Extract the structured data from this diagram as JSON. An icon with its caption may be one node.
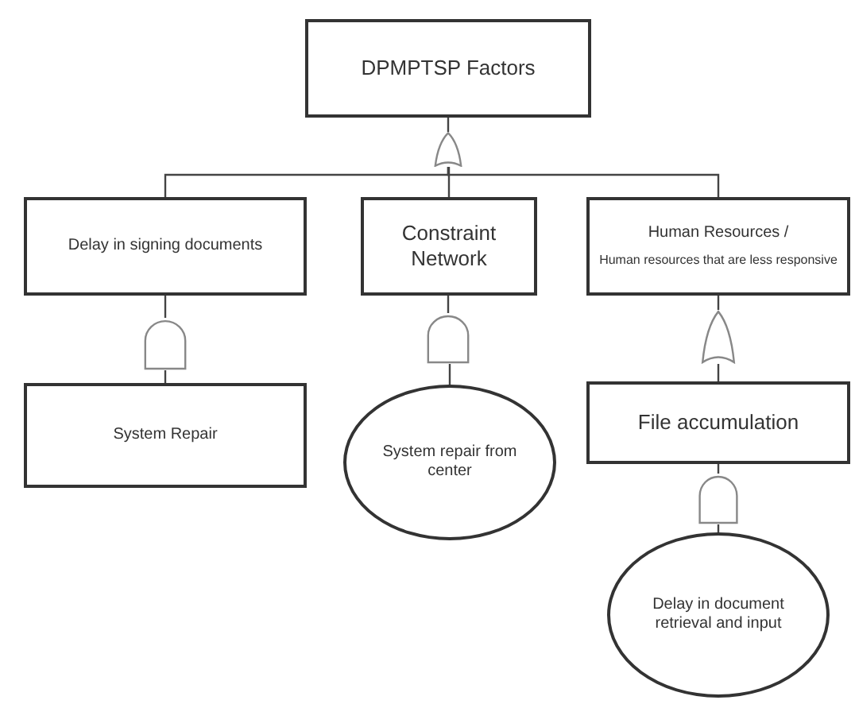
{
  "diagram": {
    "nodes": [
      {
        "text": [
          "DPMPTSP Factors"
        ]
      },
      {
        "text": [],
        "shape": "or-gate"
      },
      {
        "text": [
          "Delay in signing documents"
        ]
      },
      {
        "text": [
          "Constraint Network"
        ]
      },
      {
        "text": [
          "Human Resources /",
          "Human resources that are less responsive"
        ]
      },
      {
        "text": [],
        "shape": "and-gate"
      },
      {
        "text": [],
        "shape": "and-gate"
      },
      {
        "text": [],
        "shape": "or-gate"
      },
      {
        "text": [
          "System Repair"
        ]
      },
      {
        "text": [
          "System repair from center"
        ]
      },
      {
        "text": [
          "File accumulation"
        ]
      },
      {
        "text": [],
        "shape": "and-gate"
      },
      {
        "text": [
          "Delay in document retrieval and input"
        ]
      }
    ],
    "edges": [
      {
        "from": 2,
        "to": 1,
        "arrow": "none"
      },
      {
        "from": 3,
        "to": 1,
        "arrow": "none"
      },
      {
        "from": 4,
        "to": 1,
        "arrow": "none"
      },
      {
        "from": 1,
        "to": 0,
        "arrow": "none"
      },
      {
        "from": 8,
        "to": 5,
        "arrow": "none"
      },
      {
        "from": 5,
        "to": 2,
        "arrow": "none"
      },
      {
        "from": 9,
        "to": 6,
        "arrow": "none"
      },
      {
        "from": 6,
        "to": 3,
        "arrow": "none"
      },
      {
        "from": 10,
        "to": 7,
        "arrow": "none"
      },
      {
        "from": 7,
        "to": 4,
        "arrow": "none"
      },
      {
        "from": 12,
        "to": 11,
        "arrow": "none"
      },
      {
        "from": 11,
        "to": 10,
        "arrow": "none"
      }
    ]
  }
}
